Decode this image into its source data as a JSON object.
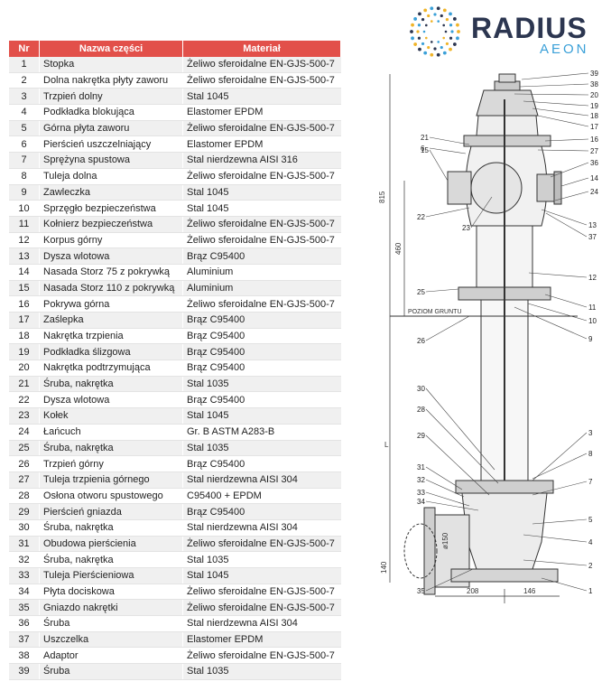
{
  "brand": {
    "name": "RADIUS",
    "sub": "AEON",
    "accent": "#3aa0d8",
    "logo_dot_colors": [
      "#f0b429",
      "#3aa0d8",
      "#2c3650"
    ]
  },
  "table": {
    "header_color": "#e2504a",
    "headers": {
      "nr": "Nr",
      "name": "Nazwa części",
      "material": "Materiał"
    },
    "rows": [
      {
        "nr": "1",
        "name": "Stopka",
        "material": "Żeliwo sferoidalne EN-GJS-500-7"
      },
      {
        "nr": "2",
        "name": "Dolna nakrętka płyty zaworu",
        "material": "Żeliwo sferoidalne EN-GJS-500-7"
      },
      {
        "nr": "3",
        "name": "Trzpień dolny",
        "material": "Stal 1045"
      },
      {
        "nr": "4",
        "name": "Podkładka blokująca",
        "material": "Elastomer EPDM"
      },
      {
        "nr": "5",
        "name": "Górna płyta zaworu",
        "material": "Żeliwo sferoidalne EN-GJS-500-7"
      },
      {
        "nr": "6",
        "name": "Pierścień uszczelniający",
        "material": "Elastomer EPDM"
      },
      {
        "nr": "7",
        "name": "Sprężyna spustowa",
        "material": "Stal nierdzewna AISI 316"
      },
      {
        "nr": "8",
        "name": "Tuleja dolna",
        "material": "Żeliwo sferoidalne EN-GJS-500-7"
      },
      {
        "nr": "9",
        "name": "Zawleczka",
        "material": "Stal 1045"
      },
      {
        "nr": "10",
        "name": "Sprzęgło bezpieczeństwa",
        "material": "Stal 1045"
      },
      {
        "nr": "11",
        "name": "Kołnierz bezpieczeństwa",
        "material": "Żeliwo sferoidalne EN-GJS-500-7"
      },
      {
        "nr": "12",
        "name": "Korpus górny",
        "material": "Żeliwo sferoidalne EN-GJS-500-7"
      },
      {
        "nr": "13",
        "name": "Dysza wlotowa",
        "material": "Brąz C95400"
      },
      {
        "nr": "14",
        "name": "Nasada Storz 75 z pokrywką",
        "material": "Aluminium"
      },
      {
        "nr": "15",
        "name": "Nasada Storz 110 z pokrywką",
        "material": "Aluminium"
      },
      {
        "nr": "16",
        "name": "Pokrywa górna",
        "material": "Żeliwo sferoidalne EN-GJS-500-7"
      },
      {
        "nr": "17",
        "name": "Zaślepka",
        "material": "Brąz C95400"
      },
      {
        "nr": "18",
        "name": "Nakrętka trzpienia",
        "material": "Brąz C95400"
      },
      {
        "nr": "19",
        "name": "Podkładka ślizgowa",
        "material": "Brąz C95400"
      },
      {
        "nr": "20",
        "name": "Nakrętka podtrzymująca",
        "material": "Brąz C95400"
      },
      {
        "nr": "21",
        "name": "Śruba, nakrętka",
        "material": "Stal 1035"
      },
      {
        "nr": "22",
        "name": "Dysza wlotowa",
        "material": "Brąz C95400"
      },
      {
        "nr": "23",
        "name": "Kołek",
        "material": "Stal 1045"
      },
      {
        "nr": "24",
        "name": "Łańcuch",
        "material": "Gr. B ASTM A283-B"
      },
      {
        "nr": "25",
        "name": "Śruba, nakrętka",
        "material": "Stal 1035"
      },
      {
        "nr": "26",
        "name": "Trzpień górny",
        "material": "Brąz C95400"
      },
      {
        "nr": "27",
        "name": "Tuleja trzpienia górnego",
        "material": "Stal nierdzewna AISI 304"
      },
      {
        "nr": "28",
        "name": "Osłona otworu spustowego",
        "material": "C95400 + EPDM"
      },
      {
        "nr": "29",
        "name": "Pierścień gniazda",
        "material": "Brąz C95400"
      },
      {
        "nr": "30",
        "name": "Śruba, nakrętka",
        "material": "Stal nierdzewna AISI 304"
      },
      {
        "nr": "31",
        "name": "Obudowa pierścienia",
        "material": "Żeliwo sferoidalne EN-GJS-500-7"
      },
      {
        "nr": "32",
        "name": "Śruba, nakrętka",
        "material": "Stal 1035"
      },
      {
        "nr": "33",
        "name": "Tuleja Pierścieniowa",
        "material": "Stal 1045"
      },
      {
        "nr": "34",
        "name": "Płyta dociskowa",
        "material": "Żeliwo sferoidalne EN-GJS-500-7"
      },
      {
        "nr": "35",
        "name": "Gniazdo nakrętki",
        "material": "Żeliwo sferoidalne EN-GJS-500-7"
      },
      {
        "nr": "36",
        "name": "Śruba",
        "material": "Stal nierdzewna AISI 304"
      },
      {
        "nr": "37",
        "name": "Uszczelka",
        "material": "Elastomer EPDM"
      },
      {
        "nr": "38",
        "name": "Adaptor",
        "material": "Żeliwo sferoidalne EN-GJS-500-7"
      },
      {
        "nr": "39",
        "name": "Śruba",
        "material": "Stal 1035"
      }
    ]
  },
  "drawing": {
    "dim_815": "815",
    "dim_460": "460",
    "dim_L": "L",
    "dim_140": "140",
    "dim_208": "208",
    "dim_146": "146",
    "dim_dn": "ø150",
    "ground_label": "POZIOM GRUNTU",
    "callouts": {
      "n1": "1",
      "n2": "2",
      "n3": "3",
      "n4": "4",
      "n5": "5",
      "n6": "6",
      "n7": "7",
      "n8": "8",
      "n9": "9",
      "n10": "10",
      "n11": "11",
      "n12": "12",
      "n13": "13",
      "n14": "14",
      "n15": "15",
      "n16": "16",
      "n17": "17",
      "n18": "18",
      "n19": "19",
      "n20": "20",
      "n21": "21",
      "n22": "22",
      "n23": "23",
      "n24": "24",
      "n25": "25",
      "n26": "26",
      "n27": "27",
      "n28": "28",
      "n29": "29",
      "n30": "30",
      "n31": "31",
      "n32": "32",
      "n33": "33",
      "n34": "34",
      "n35": "35",
      "n36": "36",
      "n37": "37",
      "n38": "38",
      "n39": "39"
    }
  }
}
